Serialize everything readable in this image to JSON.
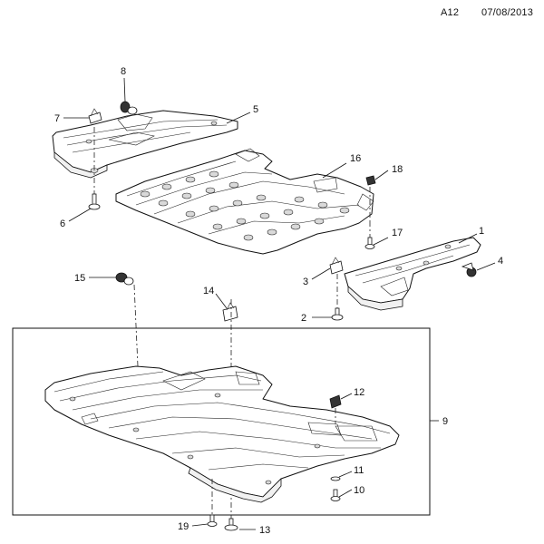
{
  "header": {
    "sheet_code": "A12",
    "date": "07/08/2013"
  },
  "callouts": {
    "c1": "1",
    "c2": "2",
    "c3": "3",
    "c4": "4",
    "c5": "5",
    "c6": "6",
    "c7": "7",
    "c8": "8",
    "c9": "9",
    "c10": "10",
    "c11": "11",
    "c12": "12",
    "c13": "13",
    "c14": "14",
    "c15": "15",
    "c16": "16",
    "c17": "17",
    "c18": "18",
    "c19": "19"
  }
}
